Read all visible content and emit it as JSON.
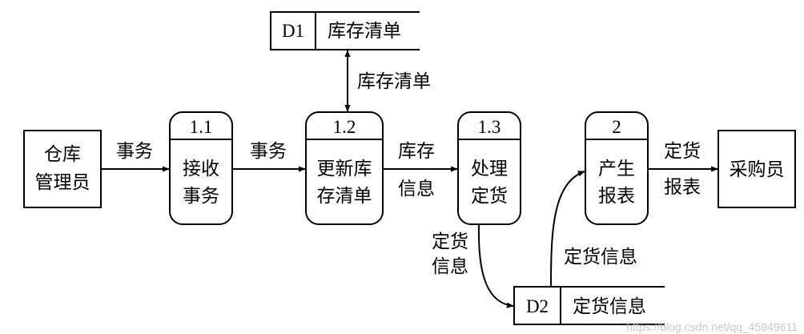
{
  "entities": {
    "warehouse_manager": [
      "仓库",
      "管理员"
    ],
    "purchaser": "采购员"
  },
  "processes": [
    {
      "id": "1.1",
      "lines": [
        "接收",
        "事务"
      ]
    },
    {
      "id": "1.2",
      "lines": [
        "更新库",
        "存清单"
      ]
    },
    {
      "id": "1.3",
      "lines": [
        "处理",
        "定货"
      ]
    },
    {
      "id": "2",
      "lines": [
        "产生",
        "报表"
      ]
    }
  ],
  "stores": [
    {
      "id": "D1",
      "name": "库存清单"
    },
    {
      "id": "D2",
      "name": "定货信息"
    }
  ],
  "flows": {
    "manager_to_p11": "事务",
    "p11_to_p12": "事务",
    "d1_p12": "库存清单",
    "p12_to_p13": [
      "库存",
      "信息"
    ],
    "p13_to_d2": [
      "定货",
      "信息"
    ],
    "d2_to_p2": "定货信息",
    "p2_to_purchaser": [
      "定货",
      "报表"
    ]
  },
  "watermark": "https://blog.csdn.net/qq_45949611",
  "colors": {
    "stroke": "#000000",
    "background": "#ffffff",
    "watermark": "#c8c8c8"
  }
}
